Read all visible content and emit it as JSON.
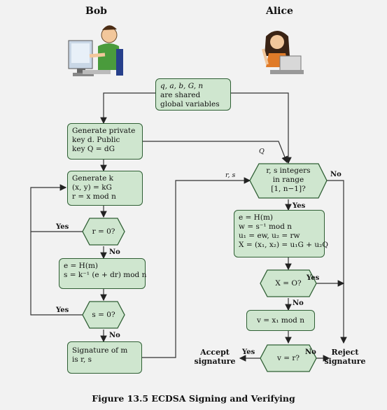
{
  "actors": {
    "bob": "Bob",
    "alice": "Alice"
  },
  "boxes": {
    "shared": [
      "q, a, b, G, n",
      "are shared",
      "global variables"
    ],
    "genkey": [
      "Generate private",
      "key d. Public",
      "key  Q = dG"
    ],
    "genk": [
      "Generate k",
      "(x, y) = kG",
      "r = x mod n"
    ],
    "sig_s": [
      "e = H(m)",
      "s = k⁻¹ (e + dr) mod n"
    ],
    "signature": [
      "Signature of m",
      "is r, s"
    ],
    "verify_calc": [
      "e = H(m)",
      "w = s⁻¹ mod n",
      "u₁ = ew, u₂ = rw",
      "X = (x₁, x₂) = u₁G + u₂Q"
    ],
    "v_calc": "v = x₁ mod n"
  },
  "decisions": {
    "r_zero": "r = 0?",
    "s_zero": "s = 0?",
    "range": [
      "r, s integers",
      "in range",
      "[1, n−1]?"
    ],
    "x_zero": "X = O?",
    "v_eq": "v = r?"
  },
  "labels": {
    "yes": "Yes",
    "no": "No",
    "q": "Q",
    "rs": "r, s"
  },
  "outcomes": {
    "accept": [
      "Accept",
      "signature"
    ],
    "reject": [
      "Reject",
      "signature"
    ]
  },
  "caption": "Figure 13.5  ECDSA Signing and Verifying"
}
